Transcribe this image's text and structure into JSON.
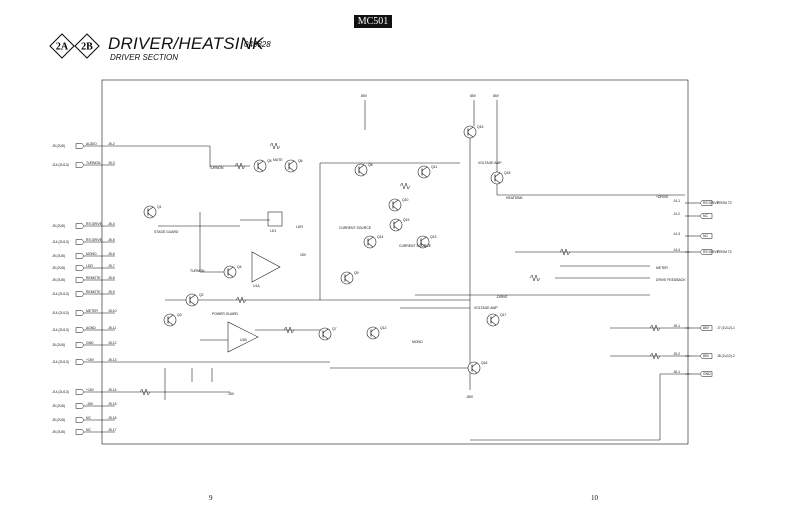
{
  "header": {
    "model": "MC501",
    "badges": [
      "2A",
      "2B"
    ],
    "title": "DRIVER/HEATSINK",
    "part_number": "049828",
    "subtitle": "DRIVER SECTION"
  },
  "footer": {
    "page_left": "9",
    "page_right": "10"
  },
  "connectors_left": [
    {
      "ref": "J5 (2U5)",
      "net": "AUDIO",
      "pin": "J5-2"
    },
    {
      "ref": "J14 (2U13)",
      "net": "TURNON",
      "pin": "J5-3"
    },
    {
      "ref": "J5 (2U5)",
      "net": "RS DRIVE",
      "pin": "J5-4"
    },
    {
      "ref": "J14 (2U13)",
      "net": "RS DRIVE",
      "pin": "J5-5"
    },
    {
      "ref": "J5 (2U5)",
      "net": "MONO",
      "pin": "J5-6"
    },
    {
      "ref": "J5 (2U5)",
      "net": "LDR",
      "pin": "J5-7"
    },
    {
      "ref": "J5 (2U5)",
      "net": "REMOTE",
      "pin": "J5-8"
    },
    {
      "ref": "J14 (2U13)",
      "net": "REMOTE",
      "pin": "J5-9"
    },
    {
      "ref": "J14 (2U13)",
      "net": "METER",
      "pin": "J5-10"
    },
    {
      "ref": "J14 (2U13)",
      "net": "AGND",
      "pin": "J5-11"
    },
    {
      "ref": "J5 (2U5)",
      "net": "GND",
      "pin": "J5-12"
    },
    {
      "ref": "J14 (2U13)",
      "net": "+15V",
      "pin": "J5-13"
    },
    {
      "ref": "J14 (2U13)",
      "net": "+15V",
      "pin": "J5-14"
    },
    {
      "ref": "J5 (2U5)",
      "net": "-15V",
      "pin": "J5-15"
    },
    {
      "ref": "J5 (2U5)",
      "net": "NC",
      "pin": "J5-16"
    },
    {
      "ref": "J5 (2U5)",
      "net": "NC",
      "pin": "J5-17"
    }
  ],
  "connectors_right": [
    {
      "pin": "J4-1",
      "net": "RS DRIVE",
      "dest": "FROM T2"
    },
    {
      "pin": "J4-2",
      "net": "NC",
      "dest": ""
    },
    {
      "pin": "J4-3",
      "net": "NC",
      "dest": ""
    },
    {
      "pin": "J4-4",
      "net": "RS DRIVE",
      "dest": "FROM T2"
    },
    {
      "pin": "J5-1",
      "net": "85V",
      "dest": "J7 (1U12)-1"
    },
    {
      "pin": "J5-2",
      "net": "85V",
      "dest": "J8 (1U12)-2"
    },
    {
      "pin": "J6-1",
      "net": "GND",
      "dest": ""
    }
  ],
  "nets": {
    "v85": "85V",
    "vneg85": "-85V",
    "drive": "+DRIVE",
    "meter": "METER",
    "drive_feedback": "DRIVE FEEDBACK",
    "ldr": "LDR",
    "drive_neg": "-DRIVE",
    "mono": "MONO",
    "turnon": "TURNON",
    "v15": "15V",
    "v15n": "-15V"
  },
  "block_labels": {
    "mute": "MUTE",
    "current_source_1": "CURRENT SOURCE",
    "current_source_2": "CURRENT SOURCE",
    "voltage_amp": "VOLTAGE AMP",
    "voltage_amp_2": "VOLTAGE AMP",
    "power_guard": "POWER GUARD",
    "turnon_label": "TURNON",
    "stage_guard": "STAGE GUARD",
    "heatsink": "HEATSINK"
  },
  "components": {
    "q1": "Q1",
    "q2": "Q2",
    "q3": "Q3",
    "q4": "Q4",
    "q5": "Q5",
    "q6": "Q6",
    "q7": "Q7",
    "q8": "Q8",
    "q9": "Q9",
    "q10": "Q10",
    "q11": "Q11",
    "q12": "Q12",
    "q13": "Q13",
    "q14": "Q14",
    "q15": "Q15",
    "q16": "Q16",
    "q17": "Q17",
    "q18": "Q18",
    "q19": "Q19",
    "u1a": "U1A",
    "u1b": "U1B",
    "ld1": "LD1"
  }
}
